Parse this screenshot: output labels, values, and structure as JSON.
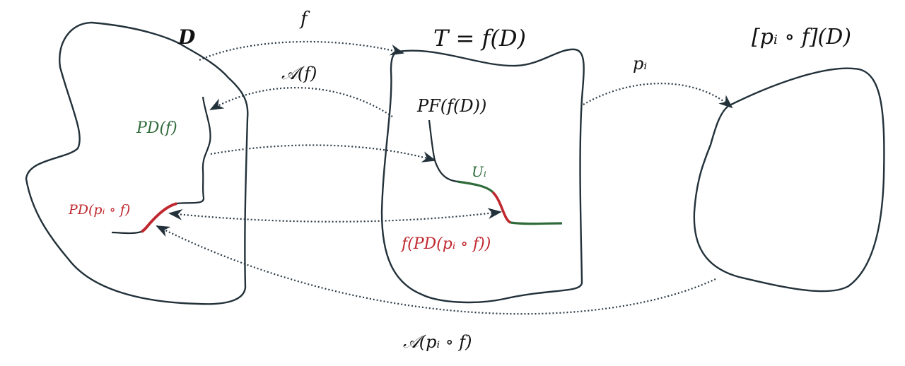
{
  "labels": {
    "domain": "D",
    "map_f": "f",
    "target": "T = f(D)",
    "projection_image": "[pᵢ ∘ f](D)",
    "algorithm_f": "𝒜(f)",
    "projection": "pᵢ",
    "pareto_domain": "PD(f)",
    "pareto_domain_pi": "PD(pᵢ ∘ f)",
    "pareto_front": "PF(f(D))",
    "u_i": "Uᵢ",
    "image_pd_pi": "f(PD(pᵢ ∘ f))",
    "algorithm_pi": "𝒜(pᵢ ∘ f)"
  },
  "colors": {
    "outline": "#22313a",
    "green": "#2f6b3a",
    "red": "#c0282f"
  }
}
